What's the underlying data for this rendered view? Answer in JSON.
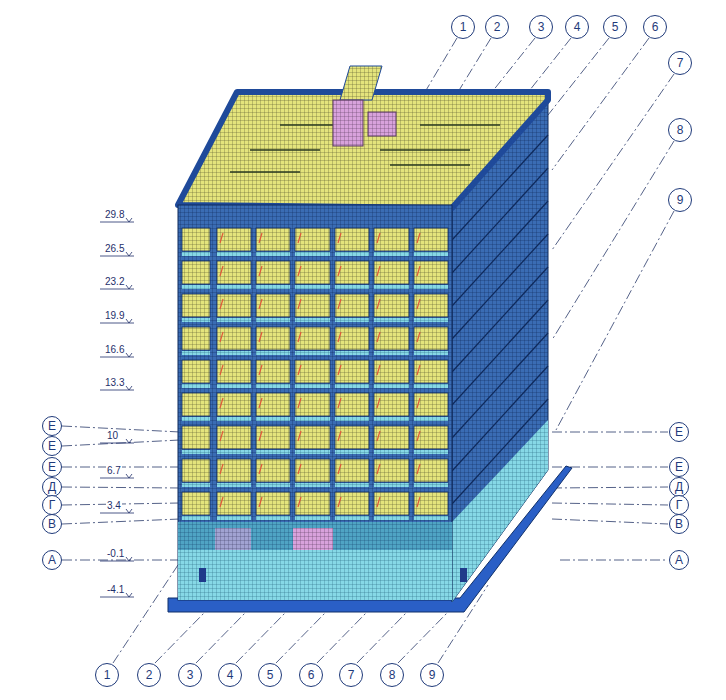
{
  "diagram": {
    "nodes": [
      {
        "text": [
          "1"
        ]
      },
      {
        "text": [
          "2"
        ]
      },
      {
        "text": [
          "3"
        ]
      },
      {
        "text": [
          "4"
        ]
      },
      {
        "text": [
          "5"
        ]
      },
      {
        "text": [
          "6"
        ]
      },
      {
        "text": [
          "7"
        ]
      },
      {
        "text": [
          "8"
        ]
      },
      {
        "text": [
          "9"
        ]
      },
      {
        "text": [
          "Е"
        ]
      },
      {
        "text": [
          "Е"
        ]
      },
      {
        "text": [
          "Е"
        ]
      },
      {
        "text": [
          "Д"
        ]
      },
      {
        "text": [
          "Г"
        ]
      },
      {
        "text": [
          "В"
        ]
      },
      {
        "text": [
          "А"
        ]
      },
      {
        "text": [
          "Е"
        ]
      },
      {
        "text": [
          "Е"
        ]
      },
      {
        "text": [
          "Д"
        ]
      },
      {
        "text": [
          "Г"
        ]
      },
      {
        "text": [
          "В"
        ]
      },
      {
        "text": [
          "А"
        ]
      },
      {
        "text": [
          "1"
        ]
      },
      {
        "text": [
          "2"
        ]
      },
      {
        "text": [
          "3"
        ]
      },
      {
        "text": [
          "4"
        ]
      },
      {
        "text": [
          "5"
        ]
      },
      {
        "text": [
          "6"
        ]
      },
      {
        "text": [
          "7"
        ]
      },
      {
        "text": [
          "8"
        ]
      },
      {
        "text": [
          "9"
        ]
      }
    ],
    "labels": [
      "29.8",
      "26.5",
      "23.2",
      "19.9",
      "16.6",
      "13.3",
      "10",
      "6.7",
      "3.4",
      "-0.1",
      "-4.1"
    ]
  }
}
